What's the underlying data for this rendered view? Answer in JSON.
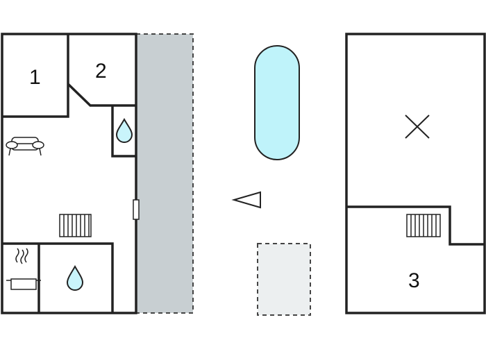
{
  "floor_plan": {
    "rooms": [
      {
        "label": "1"
      },
      {
        "label": "2"
      },
      {
        "label": "3"
      }
    ],
    "colors": {
      "wall": "#222222",
      "terrace": "#c8cfd2",
      "pool": "#bff3fa",
      "outdoor_area": "#eceff0",
      "background": "#ffffff"
    },
    "icons": [
      "sofa-icon",
      "water-drop-icon",
      "radiator-icon",
      "cooking-pot-icon",
      "north-arrow-icon",
      "cross-mark-icon"
    ]
  }
}
